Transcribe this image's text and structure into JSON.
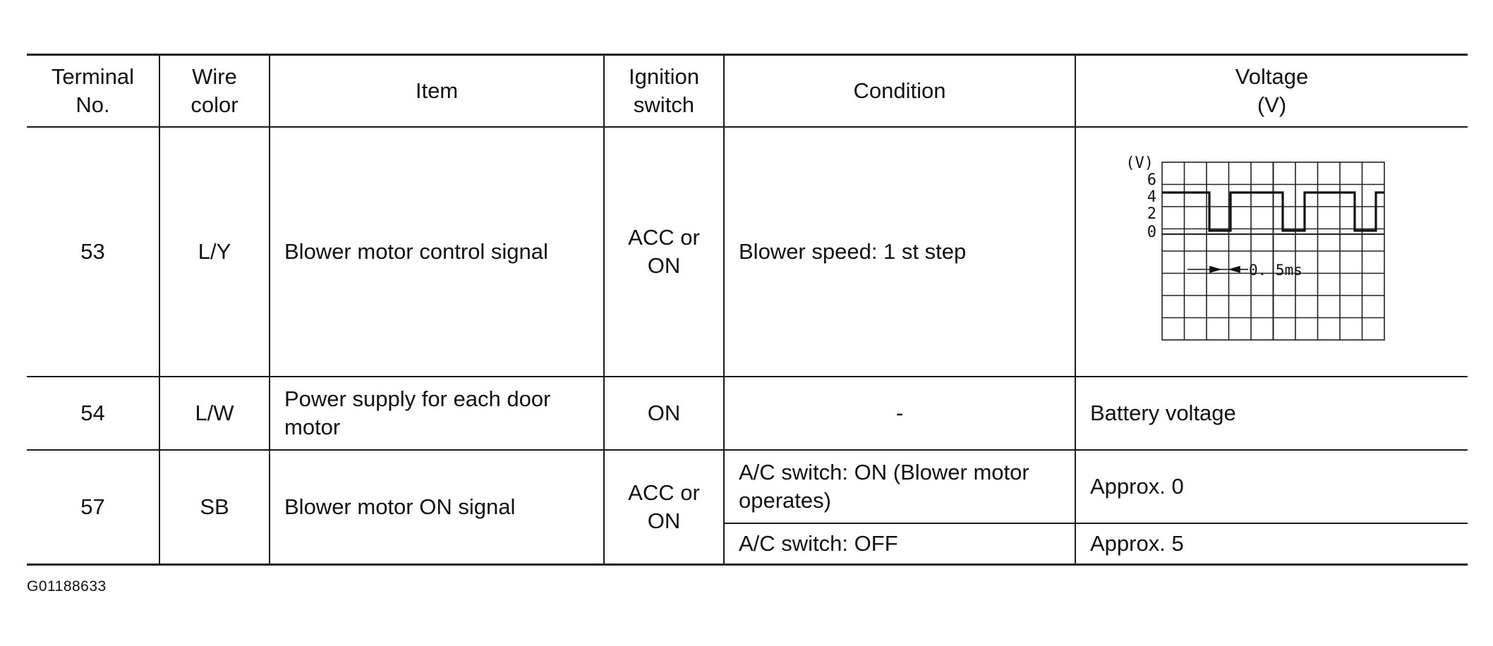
{
  "headers": {
    "terminal": [
      "Terminal",
      "No."
    ],
    "wire": [
      "Wire",
      "color"
    ],
    "item": "Item",
    "ignition": [
      "Ignition",
      "switch"
    ],
    "condition": "Condition",
    "voltage": [
      "Voltage",
      "(V)"
    ]
  },
  "rows": {
    "r53": {
      "terminal": "53",
      "wire": "L/Y",
      "item": "Blower motor control signal",
      "ignition": [
        "ACC or",
        "ON"
      ],
      "condition": "Blower speed: 1 st step"
    },
    "r54": {
      "terminal": "54",
      "wire": "L/W",
      "item": [
        "Power supply for each door",
        "motor"
      ],
      "ignition": "ON",
      "condition": "-",
      "voltage": "Battery voltage"
    },
    "r57": {
      "terminal": "57",
      "wire": "SB",
      "item": "Blower motor ON signal",
      "ignition": [
        "ACC or",
        "ON"
      ],
      "conditions": [
        {
          "condition": [
            "A/C switch: ON (Blower motor",
            "operates)"
          ],
          "voltage": "Approx. 0"
        },
        {
          "condition": "A/C switch: OFF",
          "voltage": "Approx. 5"
        }
      ]
    }
  },
  "waveform": {
    "unit_label": "(V)",
    "y_ticks": [
      "6",
      "4",
      "2",
      "0"
    ],
    "time_label": "0. 5ms"
  },
  "figure_code": "G01188633"
}
